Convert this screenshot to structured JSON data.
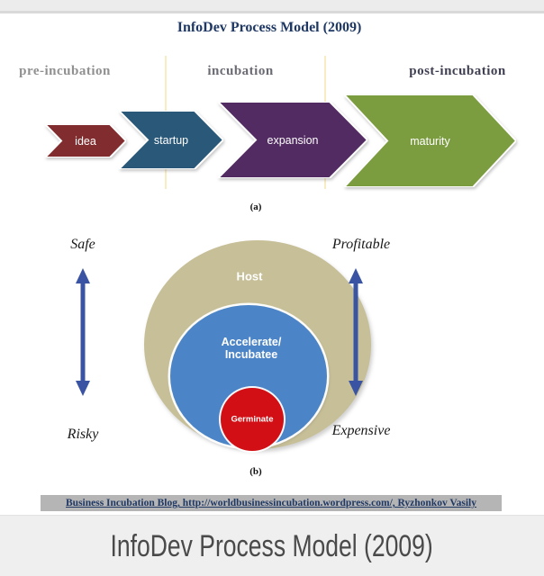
{
  "figure": {
    "title": "InfoDev Process Model (2009)",
    "phases": [
      {
        "label": "pre-incubation"
      },
      {
        "label": "incubation"
      },
      {
        "label": "post-incubation"
      }
    ],
    "arrows": [
      {
        "label": "idea"
      },
      {
        "label": "startup"
      },
      {
        "label": "expansion"
      },
      {
        "label": "maturity"
      }
    ],
    "caption_a": "(a)",
    "caption_b": "(b)",
    "venn": {
      "outer": "Host",
      "middle_line1": "Accelerate/",
      "middle_line2": "Incubatee",
      "inner": "Germinate"
    },
    "axis_labels": {
      "top_left": "Safe",
      "top_right": "Profitable",
      "bottom_left": "Risky",
      "bottom_right": "Expensive"
    },
    "source": "Business Incubation Blog, http://worldbusinessincubation.wordpress.com/, Ryzhonkov Vasily"
  },
  "caption_bar": {
    "text": "InfoDev Process Model (2009)"
  },
  "colors": {
    "arrow-idea": "#812c2e",
    "arrow-startup": "#2a5878",
    "arrow-expansion": "#512b61",
    "arrow-maturity": "#7b9c3f",
    "venn-outer": "#c7bf97",
    "venn-middle": "#4c85c7",
    "venn-inner": "#d20f14",
    "axis-arrow": "#3a54a3",
    "title-navy": "#1f3864",
    "divider-yellow": "#f7ecc2",
    "phase-pre": "#909090",
    "phase-in": "#6b6b74",
    "phase-post": "#3f3f52",
    "source-bg": "#b5b5b5",
    "bar-bg": "#efefef",
    "bar-text": "#4a4a4a"
  }
}
